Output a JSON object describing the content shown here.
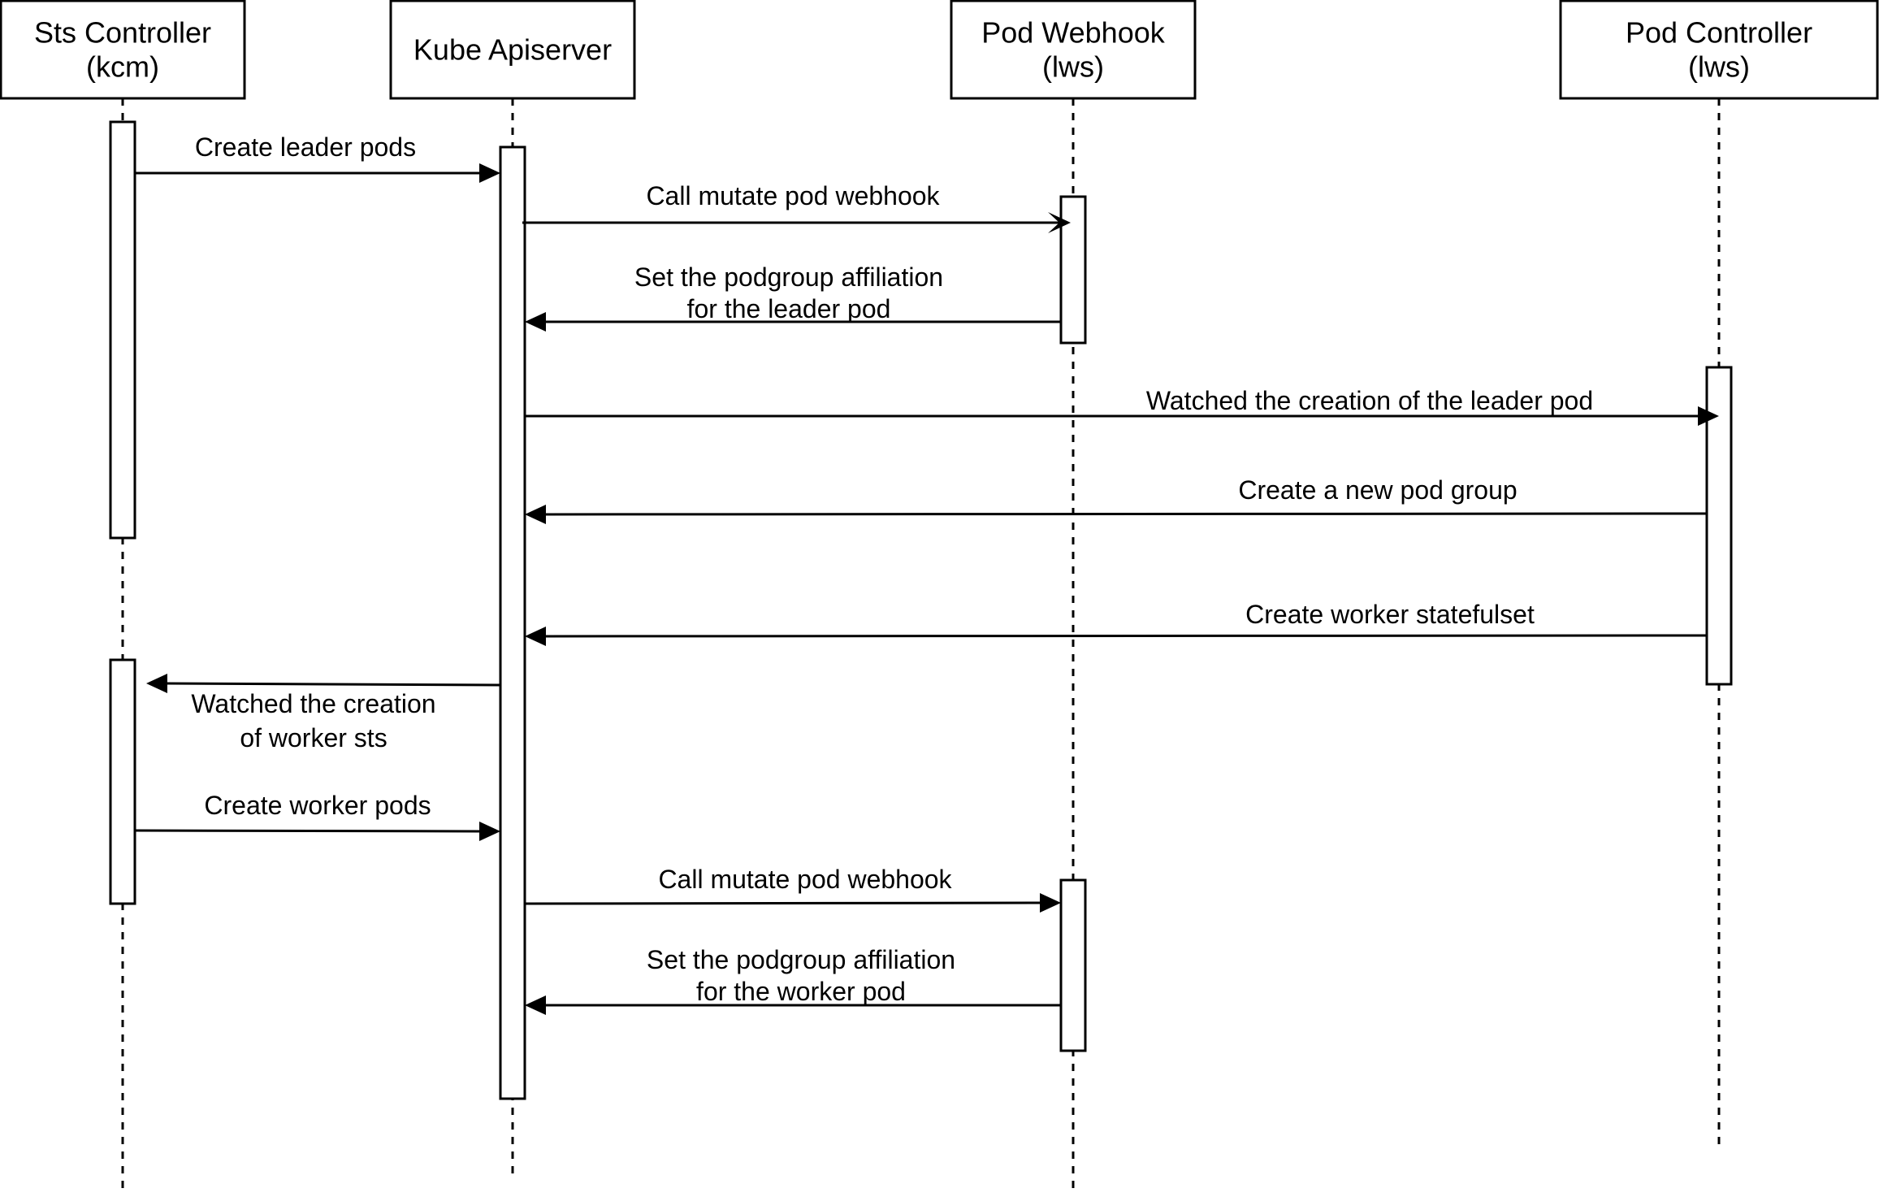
{
  "participants": [
    {
      "id": "sts",
      "lines": [
        "Sts Controller",
        "(kcm)"
      ]
    },
    {
      "id": "api",
      "lines": [
        "Kube Apiserver"
      ]
    },
    {
      "id": "webhook",
      "lines": [
        "Pod Webhook",
        "(lws)"
      ]
    },
    {
      "id": "podctrl",
      "lines": [
        "Pod Controller",
        "(lws)"
      ]
    }
  ],
  "messages": [
    {
      "from": "sts",
      "to": "api",
      "lines": [
        "Create leader pods"
      ]
    },
    {
      "from": "api",
      "to": "webhook",
      "lines": [
        "Call mutate pod webhook"
      ]
    },
    {
      "from": "webhook",
      "to": "api",
      "lines": [
        "Set the podgroup affiliation",
        "for the leader pod"
      ]
    },
    {
      "from": "api",
      "to": "podctrl",
      "lines": [
        "Watched the creation of the leader pod"
      ]
    },
    {
      "from": "podctrl",
      "to": "api",
      "lines": [
        "Create a new pod group"
      ]
    },
    {
      "from": "podctrl",
      "to": "api",
      "lines": [
        "Create worker statefulset"
      ]
    },
    {
      "from": "api",
      "to": "sts",
      "lines": [
        "Watched the creation",
        "of worker sts"
      ]
    },
    {
      "from": "sts",
      "to": "api",
      "lines": [
        "Create worker pods"
      ]
    },
    {
      "from": "api",
      "to": "webhook",
      "lines": [
        "Call mutate pod webhook"
      ]
    },
    {
      "from": "webhook",
      "to": "api",
      "lines": [
        "Set the podgroup affiliation",
        "for the worker pod"
      ]
    }
  ],
  "colors": {
    "stroke": "#000000",
    "background": "#ffffff"
  }
}
